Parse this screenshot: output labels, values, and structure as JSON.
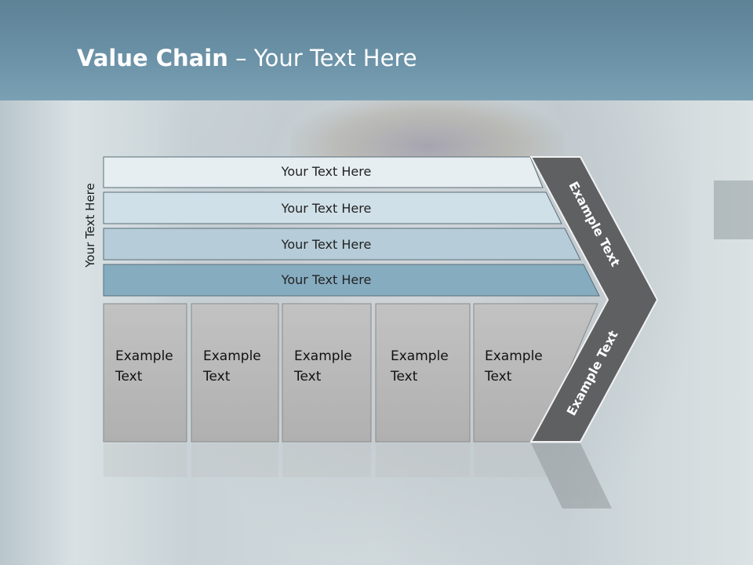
{
  "slide": {
    "title_bold": "Value Chain",
    "title_rest": " – Your Text Here",
    "side_label": "Your Text Here"
  },
  "support_rows": [
    {
      "label": "Your Text Here",
      "color": "#e6eef2"
    },
    {
      "label": "Your Text Here",
      "color": "#d0e0e8"
    },
    {
      "label": "Your Text Here",
      "color": "#b6cdd9"
    },
    {
      "label": "Your Text Here",
      "color": "#86acc0"
    }
  ],
  "primary_columns": [
    {
      "line1": "Example",
      "line2": "Text"
    },
    {
      "line1": "Example",
      "line2": "Text"
    },
    {
      "line1": "Example",
      "line2": "Text"
    },
    {
      "line1": "Example",
      "line2": "Text"
    },
    {
      "line1": "Example",
      "line2": "Text"
    }
  ],
  "margin_arrow": {
    "top_label": "Example Text",
    "bottom_label": "Example Text",
    "color": "#5f6062"
  }
}
